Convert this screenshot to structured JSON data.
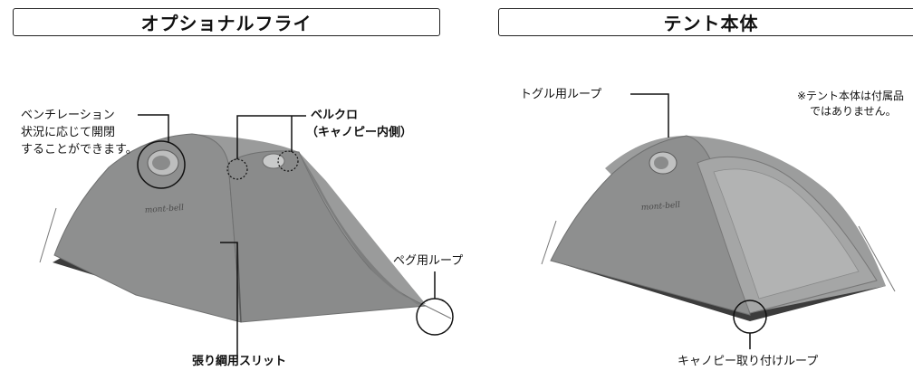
{
  "left": {
    "title": "オプショナルフライ",
    "callouts": {
      "ventilation": "ベンチレーション",
      "ventilation_note_1": "状況に応じて開閉",
      "ventilation_note_2": "することができます。",
      "velcro_1": "ベルクロ",
      "velcro_2": "（キャノピー内側）",
      "peg_loop": "ペグ用ループ",
      "guy_slit": "張り綱用スリット"
    },
    "brand": "mont-bell"
  },
  "right": {
    "title": "テント本体",
    "callouts": {
      "toggle_loop": "トグル用ループ",
      "note_1": "※テント本体は付属品",
      "note_2": "ではありません。",
      "canopy_loop": "キャノピー取り付けループ"
    },
    "brand": "mont-bell"
  },
  "colors": {
    "tent_gray": "#8f9090",
    "floor": "#3c3c3c"
  }
}
